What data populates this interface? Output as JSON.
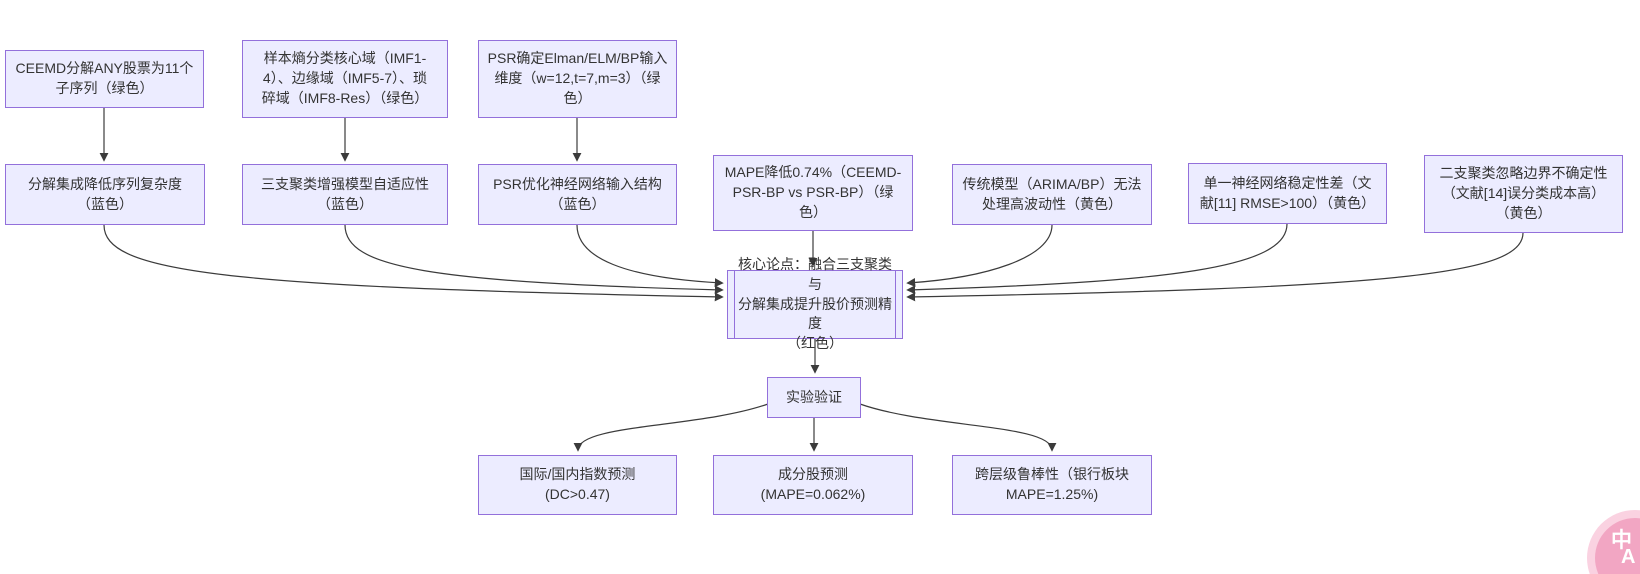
{
  "colors": {
    "node_fill": "#ECECFF",
    "node_border": "#9370DB",
    "edge": "#3B3B3B",
    "text": "#333333",
    "translate_button_fill": "#F2A6C3",
    "translate_button_halo": "#FAD2E1"
  },
  "nodes": {
    "a1": {
      "label": "CEEMD分解ANY股票为11个\n子序列（绿色）"
    },
    "a2": {
      "label": "样本熵分类核心域（IMF1-\n4）、边缘域（IMF5-7）、琐\n碎域（IMF8-Res）（绿色）"
    },
    "a3": {
      "label": "PSR确定Elman/ELM/BP输入\n维度（w=12,t=7,m=3）（绿\n色）"
    },
    "b1": {
      "label": "分解集成降低序列复杂度\n（蓝色）"
    },
    "b2": {
      "label": "三支聚类增强模型自适应性\n（蓝色）"
    },
    "b3": {
      "label": "PSR优化神经网络输入结构\n（蓝色）"
    },
    "b4": {
      "label": "MAPE降低0.74%（CEEMD-\nPSR-BP vs PSR-BP）（绿\n色）"
    },
    "b5": {
      "label": "传统模型（ARIMA/BP）无法\n处理高波动性（黄色）"
    },
    "b6": {
      "label": "单一神经网络稳定性差（文\n献[11] RMSE>100）（黄色）"
    },
    "b7": {
      "label": "二支聚类忽略边界不确定性\n（文献[14]误分类成本高）\n（黄色）"
    },
    "c": {
      "label": "核心论点：融合三支聚类与\n分解集成提升股价预测精度\n（红色）"
    },
    "d": {
      "label": "实验验证"
    },
    "e1": {
      "label": "国际/国内指数预测\n(DC>0.47)"
    },
    "e2": {
      "label": "成分股预测\n(MAPE=0.062%)"
    },
    "e3": {
      "label": "跨层级鲁棒性（银行板块\nMAPE=1.25%)"
    }
  },
  "translate_button": {
    "primary": "中",
    "secondary": "A"
  }
}
